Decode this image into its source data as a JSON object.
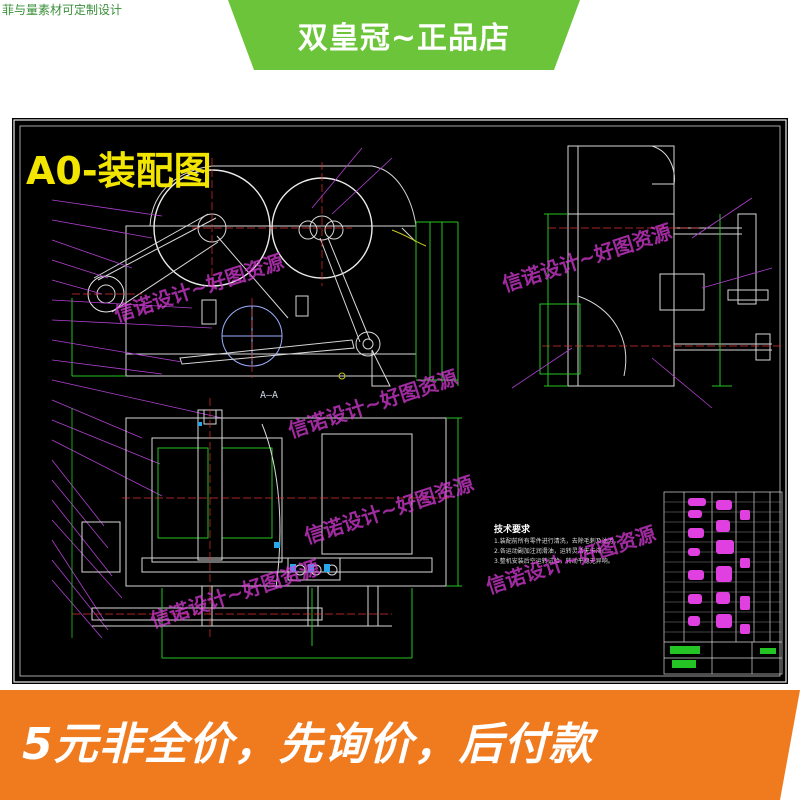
{
  "top_note": "菲与量素材可定制设计",
  "top_banner": {
    "text": "双皇冠~正品店",
    "color": "#6cc43a"
  },
  "drawing": {
    "title": "A0-装配图",
    "section_label": "A—A",
    "tech_title": "技术要求",
    "tech_lines": [
      "1.装配前所有零件进行清洗，去除毛刺及油污。",
      "2.各运动副加注润滑油，运转灵活无卡滞。",
      "3.整机安装后空运转试验，转动平稳无异响。"
    ],
    "background": "#000000"
  },
  "watermarks": [
    "信诺设计~好图资源",
    "信诺设计~好图资源",
    "信诺设计~好图资源",
    "信诺设计~好图资源",
    "信诺设计~好图资源",
    "信诺设计~好图资源"
  ],
  "bottom_banner": {
    "text": "5元非全价，先询价，后付款",
    "color": "#f07a1e"
  }
}
